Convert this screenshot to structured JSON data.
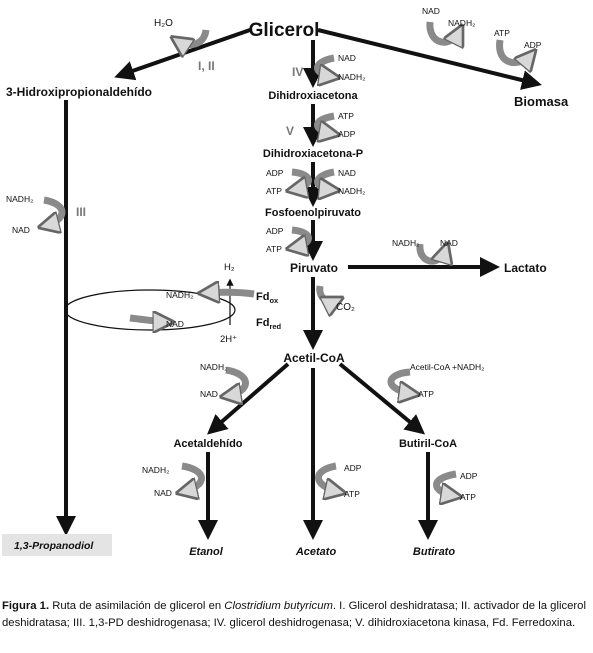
{
  "diagram": {
    "main_node": "Glicerol",
    "nodes": {
      "hidroxi": "3-Hidroxipropionaldehído",
      "biomasa": "Biomasa",
      "dha": "Dihidroxiacetona",
      "dhap": "Dihidroxiacetona-P",
      "pep": "Fosfoenolpiruvato",
      "piruvato": "Piruvato",
      "lactato": "Lactato",
      "acetilcoa": "Acetil-CoA",
      "acetaldehido": "Acetaldehído",
      "butirilcoa": "Butiril-CoA",
      "propanodiol": "1,3-Propanodiol",
      "etanol": "Etanol",
      "acetato": "Acetato",
      "butirato": "Butirato"
    },
    "enzyme_labels": {
      "i_ii": "I, II",
      "iii": "III",
      "iv": "IV",
      "v": "V"
    },
    "cofactors": {
      "h2o": "H₂O",
      "biomasa_nad": "NAD",
      "biomasa_nadh2": "NADH₂",
      "biomasa_atp": "ATP",
      "biomasa_adp": "ADP",
      "iv_nad": "NAD",
      "iv_nadh2": "NADH₂",
      "v_atp": "ATP",
      "v_adp": "ADP",
      "dhap_adp": "ADP",
      "dhap_nad": "NAD",
      "dhap_atp": "ATP",
      "dhap_nadh2": "NADH₂",
      "pep_adp": "ADP",
      "pep_atp": "ATP",
      "iii_nadh2": "NADH₂",
      "iii_nad": "NAD",
      "lact_nadh2": "NADH₂",
      "lact_nad": "NAD",
      "h2": "H₂",
      "two_h": "2H⁺",
      "fd_ox": "Fd",
      "fd_ox_sub": "ox",
      "fd_red": "Fd",
      "fd_red_sub": "red",
      "loop_nadh2": "NADH₂",
      "loop_nad": "NAD",
      "co2": "CO₂",
      "ald_nadh2": "NADH₂",
      "ald_nad": "NAD",
      "buti_cofactor": "Acetil-CoA +NADH₂",
      "buti_atp": "ATP",
      "etoh_nadh2": "NADH₂",
      "etoh_nad": "NAD",
      "acet_adp": "ADP",
      "acet_atp": "ATP",
      "buta_adp": "ADP",
      "buta_atp": "ATP"
    }
  },
  "caption": {
    "label": "Figura 1.",
    "text_before": " Ruta de asimilación de glicerol en ",
    "organism": "Clostridium butyricum",
    "text_after": ". I. Glicerol deshidratasa; II. activador de la glicerol deshidratasa; III. 1,3-PD deshidrogenasa; IV. glicerol deshidrogenasa; V. dihidroxiacetona kinasa, Fd. Ferredoxina."
  },
  "colors": {
    "line": "#111111",
    "curved_arrow": "#8a8a8a",
    "propanodiol_box": "#e4e4e4"
  }
}
